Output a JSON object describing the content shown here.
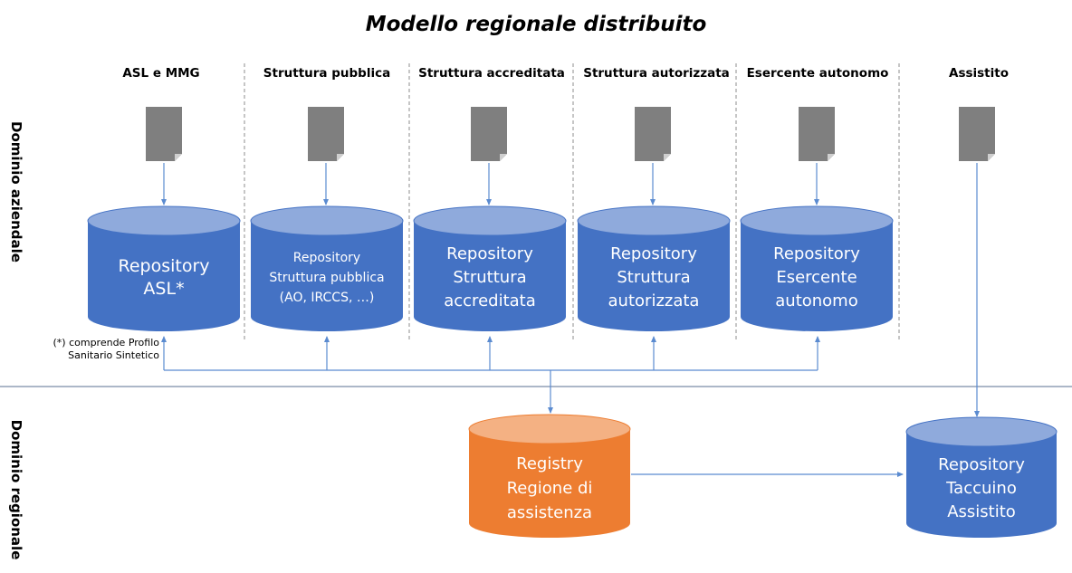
{
  "title": "Modello regionale distribuito",
  "domains": {
    "aziendale": "Dominio aziendale",
    "regionale": "Dominio regionale"
  },
  "columns": [
    {
      "header": "ASL e MMG",
      "repository": [
        "Repository",
        "ASL*"
      ]
    },
    {
      "header": "Struttura pubblica",
      "repository": [
        "Repository",
        "Struttura pubblica",
        "(AO, IRCCS, …)"
      ]
    },
    {
      "header": "Struttura accreditata",
      "repository": [
        "Repository",
        "Struttura",
        "accreditata"
      ]
    },
    {
      "header": "Struttura autorizzata",
      "repository": [
        "Repository",
        "Struttura",
        "autorizzata"
      ]
    },
    {
      "header": "Esercente autonomo",
      "repository": [
        "Repository",
        "Esercente",
        "autonomo"
      ]
    },
    {
      "header": "Assistito"
    }
  ],
  "note": [
    "(*) comprende Profilo",
    "Sanitario Sintetico"
  ],
  "registry": [
    "Registry",
    "Regione di",
    "assistenza"
  ],
  "taccuino": [
    "Repository",
    "Taccuino",
    "Assistito"
  ],
  "colors": {
    "repo_blue": "#4472c4",
    "repo_top": "#8faadc",
    "registry_orange": "#ed7d31",
    "registry_top": "#f4b183",
    "line": "#5b8bd0",
    "document": "#7f7f7f"
  }
}
